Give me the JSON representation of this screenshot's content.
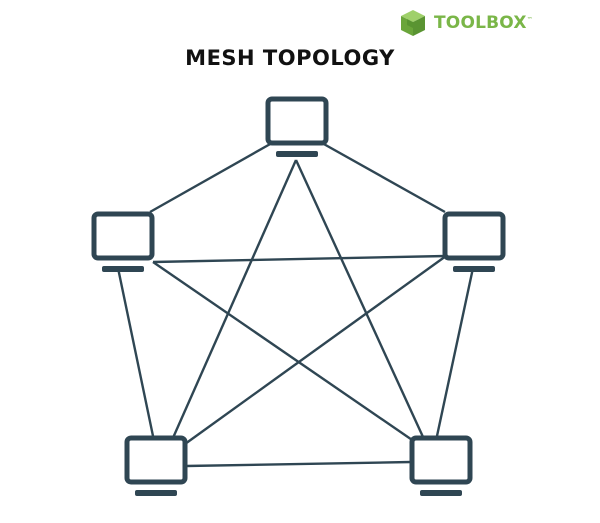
{
  "brand": {
    "name_part1": "TOOL",
    "name_part2": "BOX",
    "trademark": "™",
    "icon": "green-cube-icon",
    "color": "#7ab648"
  },
  "title": "MESH TOPOLOGY",
  "colors": {
    "line": "#2f4653",
    "screen_fill": "#ffffff"
  },
  "nodes": [
    {
      "id": "top",
      "icon": "laptop-icon"
    },
    {
      "id": "left",
      "icon": "laptop-icon"
    },
    {
      "id": "right",
      "icon": "laptop-icon"
    },
    {
      "id": "bottom-left",
      "icon": "laptop-icon"
    },
    {
      "id": "bottom-right",
      "icon": "laptop-icon"
    }
  ],
  "links": [
    [
      "top",
      "left"
    ],
    [
      "top",
      "right"
    ],
    [
      "top",
      "bottom-left"
    ],
    [
      "top",
      "bottom-right"
    ],
    [
      "left",
      "right"
    ],
    [
      "left",
      "bottom-left"
    ],
    [
      "left",
      "bottom-right"
    ],
    [
      "right",
      "bottom-left"
    ],
    [
      "right",
      "bottom-right"
    ],
    [
      "bottom-left",
      "bottom-right"
    ]
  ]
}
